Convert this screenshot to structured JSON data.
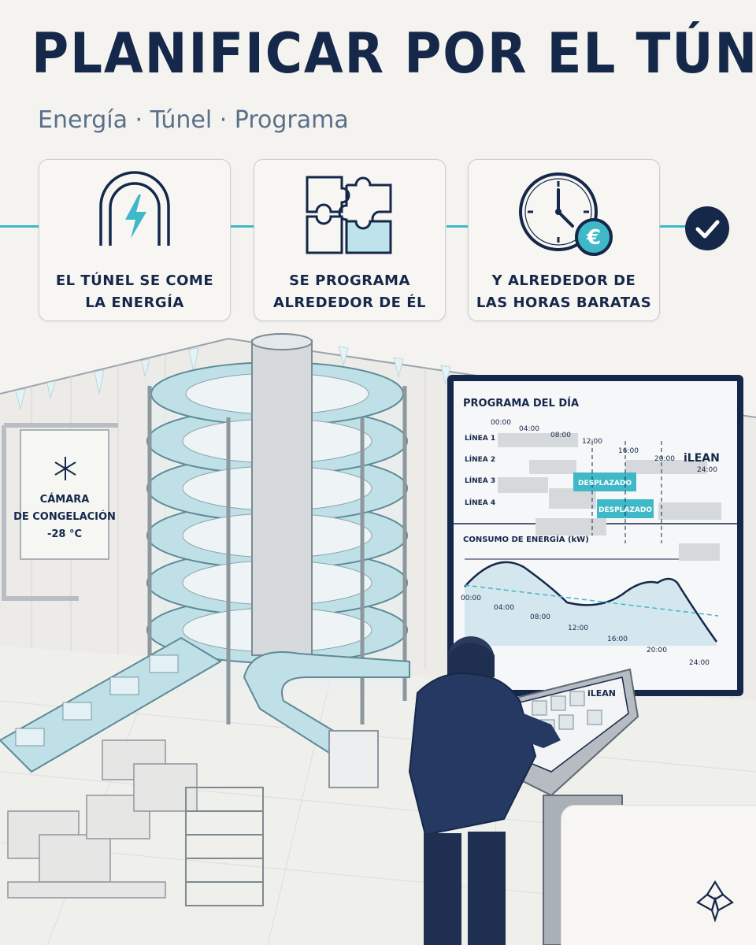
{
  "header": {
    "title": "PLANIFICAR POR EL TÚNEL",
    "subtitle": "Energía · Túnel · Programa"
  },
  "steps": [
    {
      "icon": "tunnel-energy-icon",
      "line1": "EL TÚNEL SE COME",
      "line2": "LA ENERGÍA"
    },
    {
      "icon": "puzzle-icon",
      "line1": "SE PROGRAMA",
      "line2": "ALREDEDOR DE ÉL"
    },
    {
      "icon": "clock-euro-icon",
      "line1": "Y ALREDEDOR DE",
      "line2": "LAS HORAS BARATAS"
    }
  ],
  "completion_icon": "check-icon",
  "cold_room_sign": {
    "icon": "snowflake-icon",
    "line1": "CÁMARA",
    "line2": "DE CONGELACIÓN",
    "temperature": "-28 °C"
  },
  "dashboard": {
    "title": "PROGRAMA DEL DÍA",
    "brand": "iLEAN",
    "time_ticks": [
      "00:00",
      "04:00",
      "08:00",
      "12:00",
      "16:00",
      "20:00",
      "24:00"
    ],
    "lines": [
      "LÍNEA 1",
      "LÍNEA 2",
      "LÍNEA 3",
      "LÍNEA 4"
    ],
    "shifted_labels": [
      "DESPLAZADO",
      "DESPLAZADO"
    ],
    "energy_title": "CONSUMO DE ENERGÍA (kW)",
    "energy_ticks": [
      "00:00",
      "04:00",
      "08:00",
      "12:00",
      "16:00",
      "20:00",
      "24:00"
    ]
  },
  "kiosk": {
    "brand": "iLEAN"
  },
  "colors": {
    "navy": "#15284a",
    "teal": "#3fb8c8",
    "ice": "#bfe3ea",
    "paper": "#f4f3ef"
  }
}
